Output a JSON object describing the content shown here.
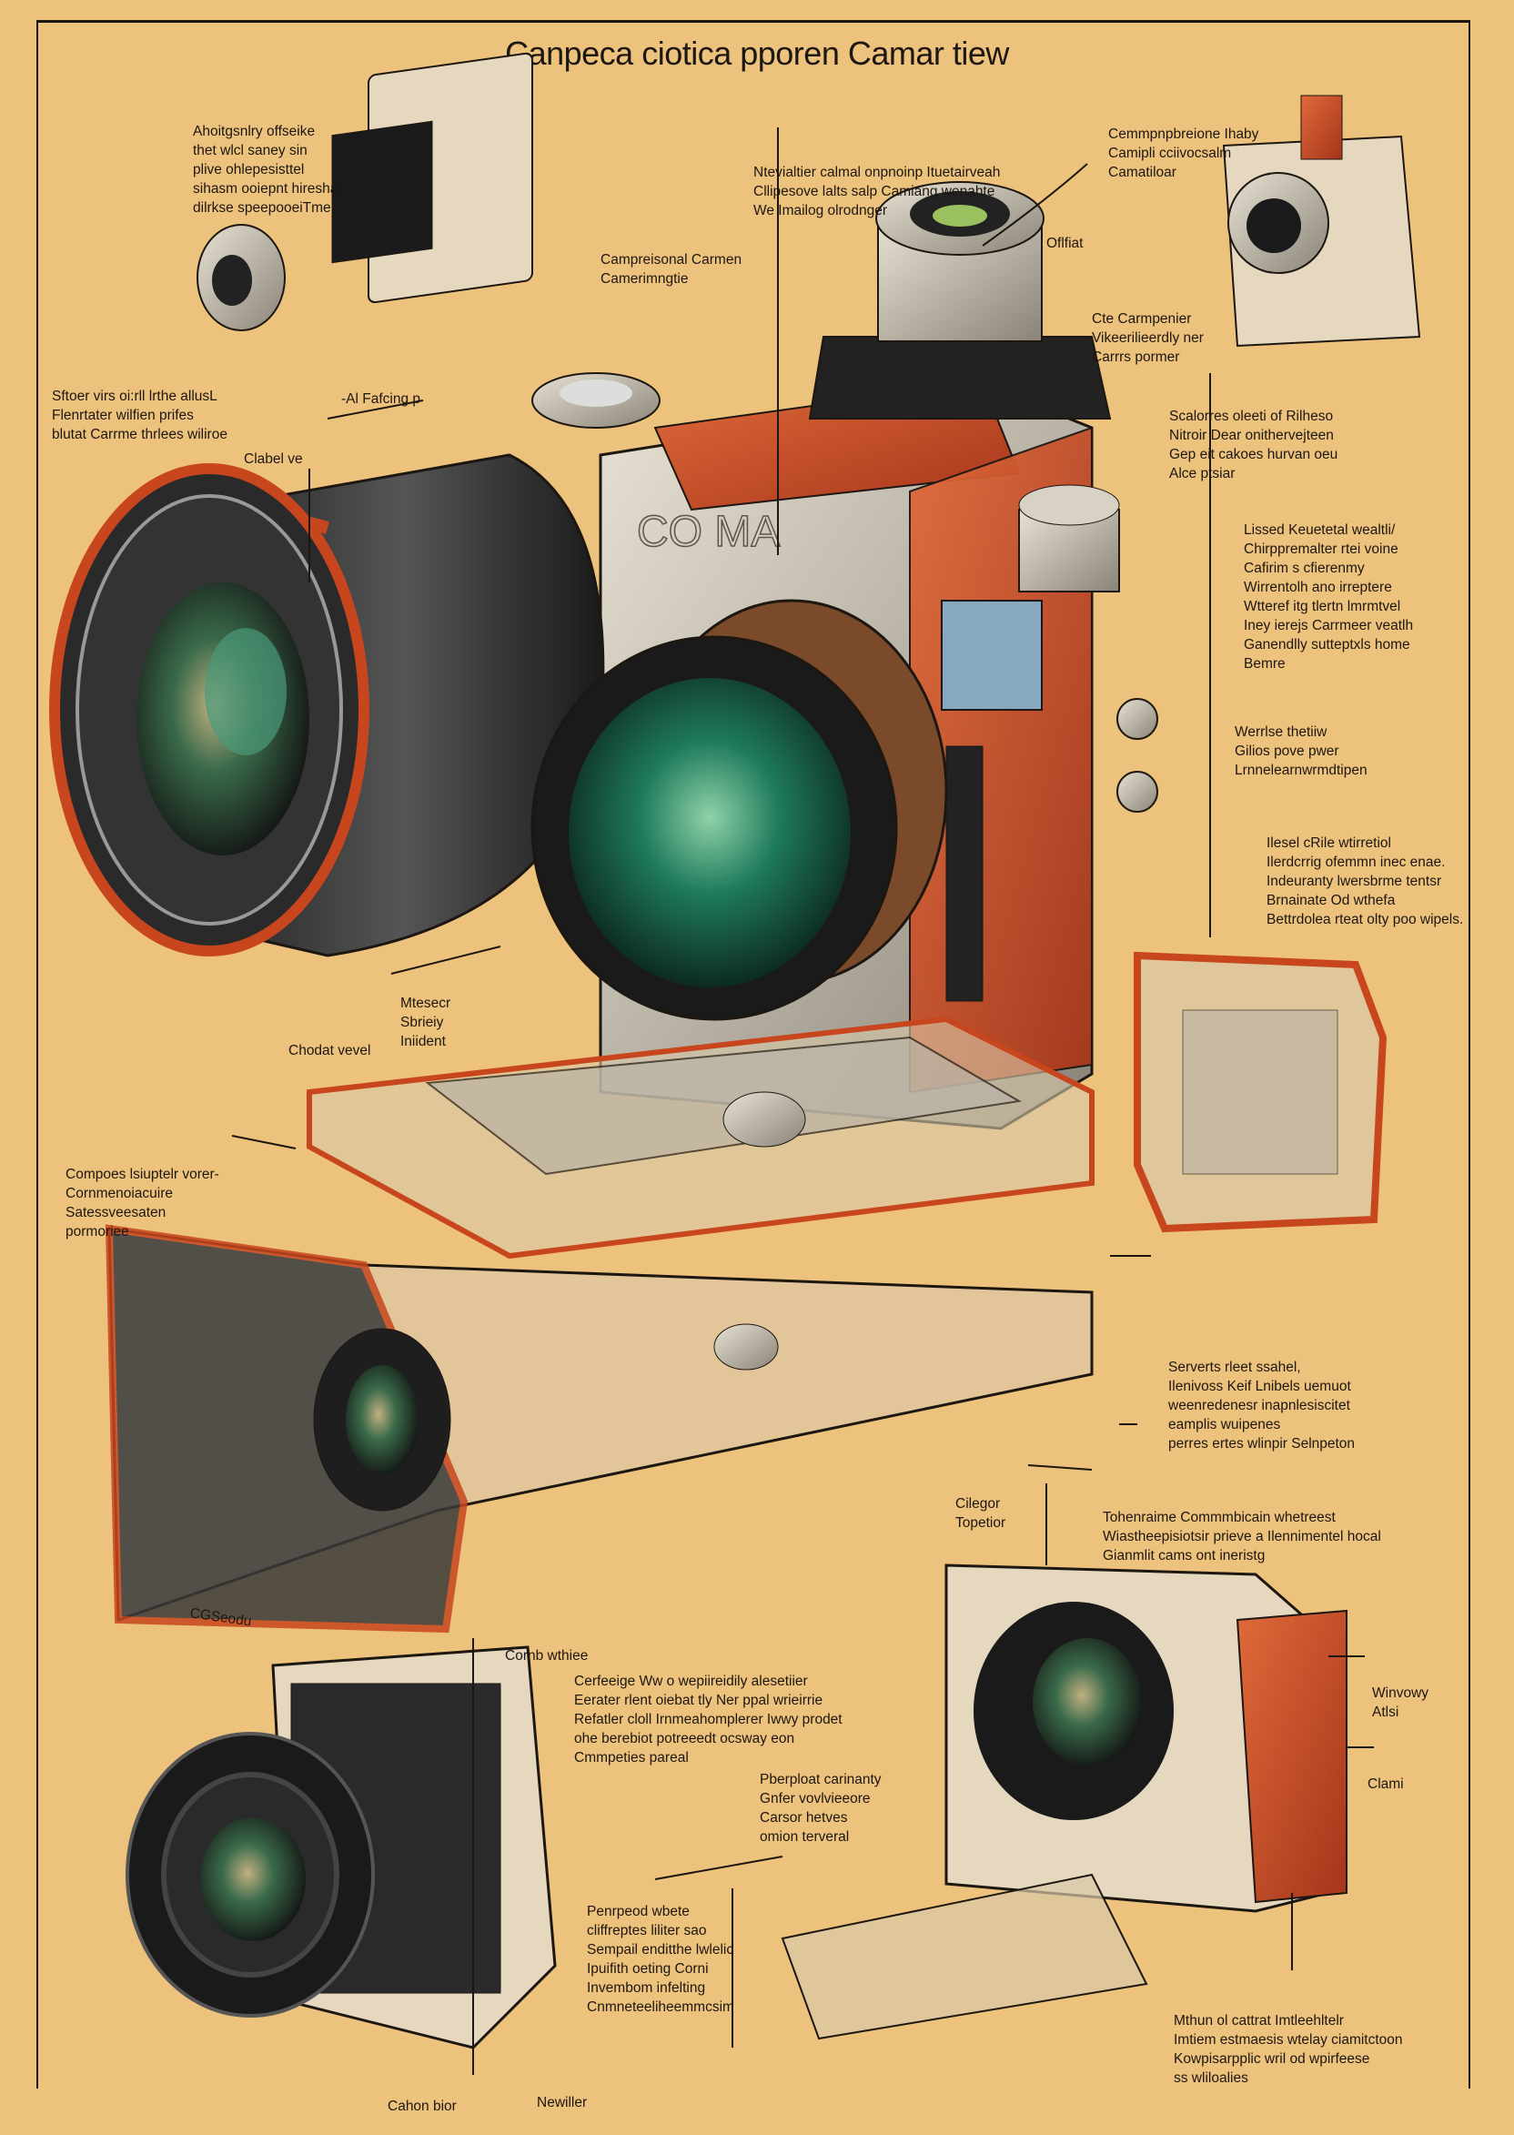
{
  "title": "Canpeca ciotica pporen Camar tiew",
  "colors": {
    "background": "#EDC27D",
    "ink": "#1D1711",
    "accent_orange": "#C8461E",
    "metal": "#B9B3A6",
    "lens_green": "#1E7A5C"
  },
  "illustration": {
    "subject": "exploded cutaway camera diagram",
    "components": [
      "main-camera-body",
      "large-telephoto-lens",
      "front-lens-assembly",
      "top-lens-barrel",
      "viewfinder-module-top-left",
      "small-camera-module-top-right",
      "chassis-tray",
      "lower-left-body-shell",
      "bottom-left-compact-camera",
      "bottom-right-camera-cutaway",
      "bottom-battery-tray"
    ]
  },
  "labels": [
    {
      "id": "top-left-note",
      "lines": [
        "Ahoitgsnlry offseike",
        "thet wlcl saney sin",
        "plive ohlepesisttel",
        "sihasm ooiepnt hireshal",
        "dilrkse speepooeiTmer"
      ]
    },
    {
      "id": "top-center-note",
      "lines": [
        "Ntevialtier calmal onpnoinp Ituetairveah",
        "Cllipesove lalts salp Camiang wenahte",
        "We Imailog olrodnger"
      ]
    },
    {
      "id": "top-right-note",
      "lines": [
        "Cemmpnpbreione Ihaby",
        "Camipli cciivocsalm",
        "Camatiloar"
      ]
    },
    {
      "id": "center-callout",
      "lines": [
        "Campreisonal Carmen",
        "Camerimngtie"
      ]
    },
    {
      "id": "offiat-label",
      "lines": [
        "Oflfiat"
      ]
    },
    {
      "id": "component-note",
      "lines": [
        "Cte Carmpenier",
        "Vikeerilieerdly ner",
        "Carrrs pormer"
      ]
    },
    {
      "id": "left-mid-note",
      "lines": [
        "Sftoer virs oi:rll lrthe allusL",
        "Flenrtater wilfien prifes",
        "blutat Carrme thrlees wiliroe"
      ]
    },
    {
      "id": "aircing-label",
      "lines": [
        "-Al Fafcing p"
      ]
    },
    {
      "id": "clabe-label",
      "lines": [
        "Clabel ve"
      ]
    },
    {
      "id": "right-upper-note",
      "lines": [
        "Scalorres oleeti of Rilheso",
        "Nitroir Dear onithervejteen",
        "Gep eit cakoes hurvan oeu",
        "Alce ptsiar"
      ]
    },
    {
      "id": "right-long-note",
      "lines": [
        "Lissed Keuetetal wealtli/",
        "Chirppremalter rtei voine",
        "Cafirim s cfierenmy",
        "Wirrentolh ano irreptere",
        "Wtteref itg tlertn lmrmtvel",
        "Iney ierejs Carrmeer veatlh",
        "Ganendlly sutteptxls home",
        "Bemre"
      ]
    },
    {
      "id": "right-mid-note",
      "lines": [
        "Werrlse thetiiw",
        "Gilios pove pwer",
        "Lrnnelearnwrmdtipen"
      ]
    },
    {
      "id": "right-wide-note",
      "lines": [
        "Ilesel cRile wtirretiol",
        "Ilerdcrrig ofemmn inec enae.",
        "Indeuranty lwersbrme tentsr",
        "Brnainate Od wthefa",
        "Bettrdolea rteat olty poo wipels."
      ]
    },
    {
      "id": "center-small-note",
      "lines": [
        "Mtesecr",
        "Sbrieiy",
        "Iniident"
      ]
    },
    {
      "id": "chodat-label",
      "lines": [
        "Chodat vevel"
      ]
    },
    {
      "id": "left-lower-note",
      "lines": [
        "Compoes lsiuptelr vorer-",
        "Cornmenoiacuire",
        "Satessveesaten",
        "pormoriee"
      ]
    },
    {
      "id": "right-lower-note",
      "lines": [
        "Serverts rleet ssahel,",
        "Ilenivoss Keif Lnibels uemuot",
        "weenredenesr inapnlesiscitet",
        "eamplis wuipenes",
        "perres ertes wlinpir Selnpeton"
      ]
    },
    {
      "id": "cilegor-label",
      "lines": [
        "Cilegor",
        "Topetior"
      ]
    },
    {
      "id": "bottom-right-note",
      "lines": [
        "Tohenraime Commmbicain whetreest",
        "Wiastheepisiotsir prieve a Ilennimentel hocal",
        "Gianmlit cams ont ineristg"
      ]
    },
    {
      "id": "cgseodu-label",
      "lines": [
        "CGSeodu"
      ]
    },
    {
      "id": "comb-label",
      "lines": [
        "Cornb wthiee"
      ]
    },
    {
      "id": "center-lower-note",
      "lines": [
        "Cerfeeige Ww o wepiireidily alesetiier",
        "Eerater rlent oiebat tly Ner ppal wrieirrie",
        "Refatler cloll Irnmeahomplerer Iwwy prodet",
        "ohe berebiot potreeedt ocsway eon",
        "Cmmpeties pareal"
      ]
    },
    {
      "id": "center-bottom-note",
      "lines": [
        "Pberploat carinanty",
        "Gnfer vovlvieeore",
        "Carsor hetves",
        "omion terveral"
      ]
    },
    {
      "id": "windowy-label",
      "lines": [
        "Winvowy",
        "Atlsi"
      ]
    },
    {
      "id": "clami-label",
      "lines": [
        "Clami"
      ]
    },
    {
      "id": "bottom-center-note",
      "lines": [
        "Penrpeod wbete",
        "cliffreptes liliter sao",
        "Sempail enditthe lwlelic",
        "Ipuifith oeting Corni",
        "Invembom infelting",
        "Cnmneteeliheemmcsim"
      ]
    },
    {
      "id": "bottom-right-long-note",
      "lines": [
        "Mthun ol cattrat Imtleehltelr",
        "Imtiem estmaesis wtelay ciamitctoon",
        "Kowpisarpplic wril od wpirfeese",
        "ss wliloalies"
      ]
    },
    {
      "id": "cahon-bior-label",
      "lines": [
        "Cahon bior"
      ]
    },
    {
      "id": "newiller-label",
      "lines": [
        "Newiller"
      ]
    }
  ]
}
